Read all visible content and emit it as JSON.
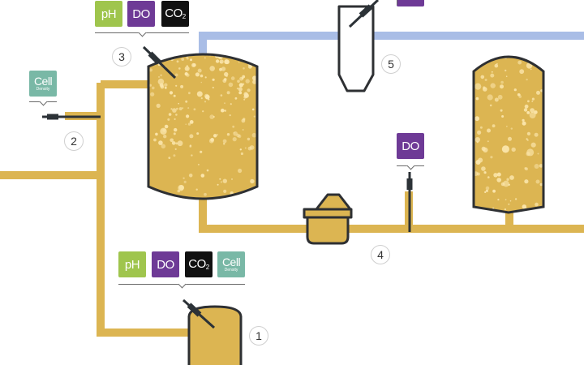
{
  "colors": {
    "broth": "#dcb552",
    "broth_dark": "#c9a03e",
    "pipe": "#dcb552",
    "gas_pipe": "#a9bde6",
    "outline": "#2e3033",
    "probe": "#2c3237",
    "ph": "#9fc54d",
    "do": "#6e3a96",
    "co2": "#111111",
    "cell_density": "#79b8a6"
  },
  "badges": {
    "ph": "pH",
    "do": "DO",
    "co2_main": "CO",
    "co2_sub": "2",
    "cell_top": "Cell",
    "cell_bottom": "Density"
  },
  "markers": {
    "m1": "1",
    "m2": "2",
    "m3": "3",
    "m4": "4",
    "m5": "5"
  }
}
